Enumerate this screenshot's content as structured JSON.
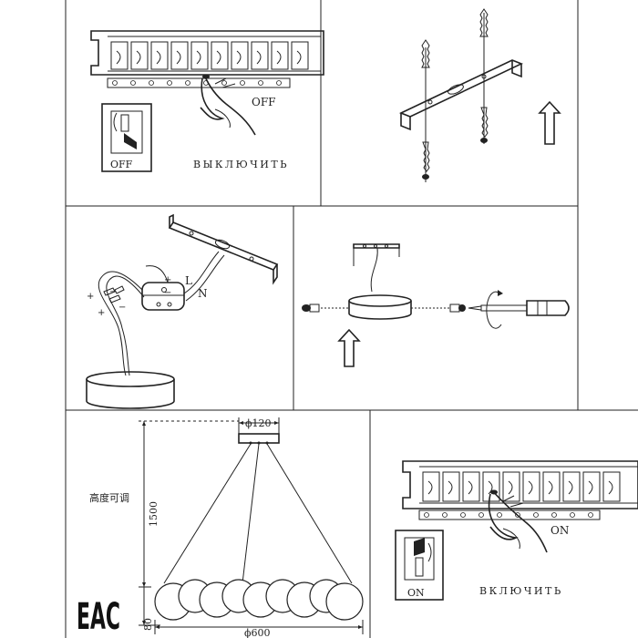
{
  "panel1": {
    "off_label_hand": "OFF",
    "off_label_box": "OFF",
    "caption": "ВЫКЛЮЧИТЬ"
  },
  "panel2": {},
  "panel3": {
    "plus_a": "+",
    "minus_a": "−",
    "plus_b": "+",
    "minus_b": "−",
    "plus_c": "+",
    "minus_c": "−",
    "terminal_l": "L",
    "terminal_n": "N"
  },
  "panel4": {},
  "panel5": {
    "diameter_top": "ϕ120",
    "height_value": "1500",
    "adjustable_text": "高度可调",
    "base_height": "80",
    "diameter_bottom": "ϕ600",
    "cert_mark": "EAC"
  },
  "panel6": {
    "on_label_hand": "ON",
    "on_label_box": "ON",
    "caption": "ВКЛЮЧИТЬ"
  },
  "colors": {
    "line": "#222222",
    "background": "#ffffff"
  }
}
